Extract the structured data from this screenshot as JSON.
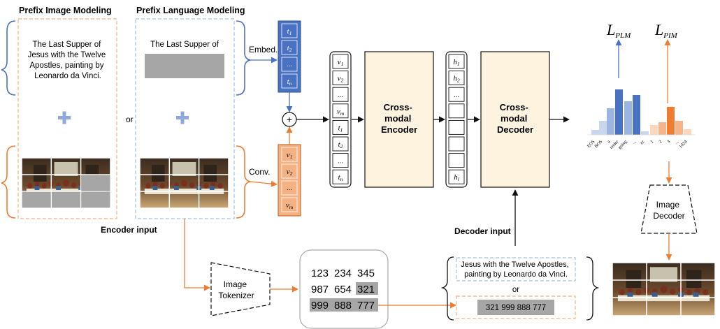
{
  "headers": {
    "prefix_image": "Prefix Image Modeling",
    "prefix_language": "Prefix Language Modeling"
  },
  "caption_full": [
    "The Last Supper of",
    "Jesus with the Twelve",
    "Apostles, painting by",
    "Leonardo da Vinci."
  ],
  "caption_prefix": "The Last Supper of",
  "or_label": "or",
  "embed_label": "Embed.",
  "conv_label": "Conv.",
  "encoder_input_label": "Encoder input",
  "decoder_input_label": "Decoder input",
  "plus_symbol": "+",
  "text_tokens": [
    "t",
    "t",
    "...",
    "t"
  ],
  "text_token_subs": [
    "1",
    "2",
    "",
    "n"
  ],
  "image_tokens": [
    "v",
    "v",
    "...",
    "v"
  ],
  "image_token_subs": [
    "1",
    "2",
    "",
    "m"
  ],
  "encoder_seq": [
    "v",
    "v",
    "...",
    "v",
    "t",
    "t",
    "...",
    "t"
  ],
  "encoder_seq_subs": [
    "1",
    "2",
    "",
    "m",
    "1",
    "2",
    "",
    "n"
  ],
  "encoder_label": [
    "Cross-",
    "modal",
    "Encoder"
  ],
  "hidden_seq": [
    "h",
    "h",
    "...",
    "",
    "",
    "",
    "",
    "h"
  ],
  "hidden_seq_subs": [
    "1",
    "2",
    "",
    "",
    "",
    "",
    "",
    "l"
  ],
  "decoder_label": [
    "Cross-",
    "modal",
    "Decoder"
  ],
  "loss_plm": "L",
  "loss_plm_sub": "PLM",
  "loss_pim": "L",
  "loss_pim_sub": "PIM",
  "vocab_labels_text": [
    "EOS",
    "BOS",
    "a",
    "under",
    "going",
    "...",
    "zz"
  ],
  "vocab_labels_image": [
    "1",
    "2",
    "3",
    "...",
    "1024"
  ],
  "image_tokenizer_label": [
    "Image",
    "Tokenizer"
  ],
  "image_decoder_label": [
    "Image",
    "Decoder"
  ],
  "token_codes": [
    [
      "123",
      "234",
      "345"
    ],
    [
      "987",
      "654",
      "321"
    ],
    [
      "999",
      "888",
      "777"
    ]
  ],
  "decoder_text_option": [
    "Jesus with the Twelve Apostles,",
    "painting by Leonardo da Vinci."
  ],
  "decoder_code_option": "321 999 888 777",
  "colors": {
    "blue_dark": "#4a72c2",
    "blue_light": "#9bb5e0",
    "blue_pale": "#c9d7ee",
    "orange_dark": "#ee7d31",
    "orange_light": "#f5b48a",
    "orange_pale": "#fbd7bd",
    "block_fill": "#fdf3df",
    "gray_mask": "#a6a6a6",
    "plus_blue": "#8ea9db"
  }
}
